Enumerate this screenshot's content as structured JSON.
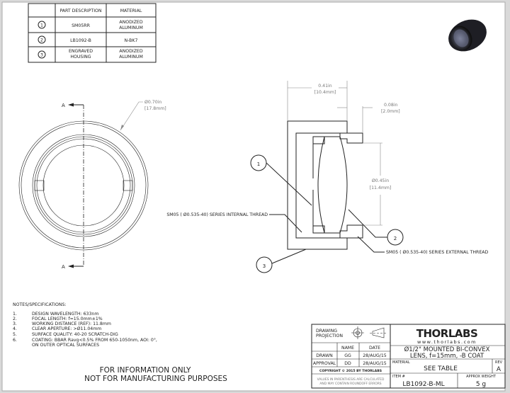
{
  "parts_table": {
    "headers": [
      "",
      "PART DESCRIPTION",
      "MATERIAL"
    ],
    "rows": [
      {
        "item": "1",
        "description": "SM05RR",
        "material_1": "ANODIZED",
        "material_2": "ALUMINUM"
      },
      {
        "item": "2",
        "description": "LB1092-B",
        "material_1": "N-BK7",
        "material_2": ""
      },
      {
        "item": "3",
        "description_1": "ENGRAVED",
        "description_2": "HOUSING",
        "material_1": "ANODIZED",
        "material_2": "ALUMINUM"
      }
    ]
  },
  "front_view": {
    "section_label": "A",
    "diameter_in": "Ø0.70in",
    "diameter_mm": "[17.8mm]"
  },
  "section_view": {
    "length_in": "0.41in",
    "length_mm": "[10.4mm]",
    "thread_in": "0.08in",
    "thread_mm": "[2.0mm]",
    "aperture_in": "Ø0.45in",
    "aperture_mm": "[11.4mm]",
    "internal_thread": "SM05 ( Ø0.535-40) SERIES INTERNAL THREAD",
    "external_thread": "SM05 ( Ø0.535-40) SERIES EXTERNAL THREAD",
    "balloons": [
      "1",
      "2",
      "3"
    ]
  },
  "notes": {
    "title": "NOTES/SPECIFICATIONS:",
    "items": [
      {
        "n": "1.",
        "text": "DESIGN WAVELENGTH: 633nm"
      },
      {
        "n": "2.",
        "text": "FOCAL LENGTH: f=15.0mm±1%"
      },
      {
        "n": "3.",
        "text": "WORKING DISTANCE (REF): 11.8mm"
      },
      {
        "n": "4.",
        "text": "CLEAR APERTURE: >Ø11.04mm"
      },
      {
        "n": "5.",
        "text": "SURFACE QUALITY: 40-20 SCRATCH-DIG"
      },
      {
        "n": "6.",
        "text": "COATING: BBAR Ravg<0.5% FROM 650-1050nm, AOI: 0°,",
        "text2": "ON OUTER OPTICAL SURFACES"
      }
    ]
  },
  "disclaimer": {
    "line1": "FOR INFORMATION ONLY",
    "line2": "NOT FOR MANUFACTURING PURPOSES"
  },
  "title_block": {
    "projection_1": "DRAWING",
    "projection_2": "PROJECTION",
    "name_header": "NAME",
    "date_header": "DATE",
    "drawn_label": "DRAWN",
    "drawn_name": "GG",
    "drawn_date": "28/AUG/15",
    "approval_label": "APPROVAL",
    "approval_name": "DD",
    "approval_date": "28/AUG/15",
    "copyright": "COPYRIGHT © 2015 BY THORLABS",
    "values_note_1": "VALUES IN PARENTHESIS ARE CALCULATED",
    "values_note_2": "AND MAY CONTAIN ROUNDOFF ERRORS",
    "logo": "THORLABS",
    "website": "www.thorlabs.com",
    "title_1": "Ø1/2\" MOUNTED BI-CONVEX",
    "title_2": "LENS, f=15mm, -B COAT",
    "material_label": "MATERIAL",
    "material_value": "SEE TABLE",
    "rev_label": "REV",
    "rev_value": "A",
    "item_label": "ITEM #",
    "item_value": "LB1092-B-ML",
    "weight_label": "APPROX WEIGHT",
    "weight_value": "5 g"
  }
}
